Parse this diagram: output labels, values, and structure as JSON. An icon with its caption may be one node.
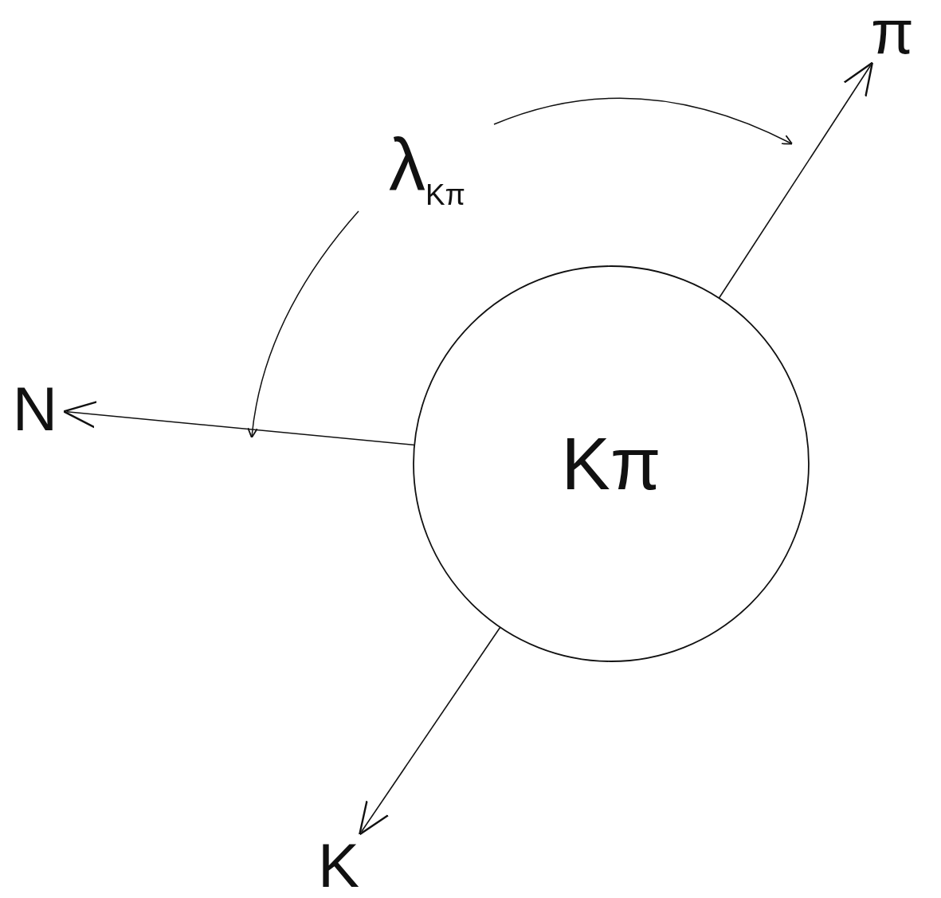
{
  "diagram": {
    "nodes": [
      {
        "text": [
          "Kπ"
        ]
      },
      {
        "text": [
          "π"
        ]
      },
      {
        "text": [
          "N"
        ]
      },
      {
        "text": [
          "K"
        ]
      }
    ],
    "edges": [
      {
        "from": 0,
        "to": 1,
        "arrow": "to"
      },
      {
        "from": 0,
        "to": 2,
        "arrow": "to"
      },
      {
        "from": 0,
        "to": 3,
        "arrow": "to"
      }
    ],
    "labels": [
      "λ$_{Kπ}$"
    ]
  }
}
